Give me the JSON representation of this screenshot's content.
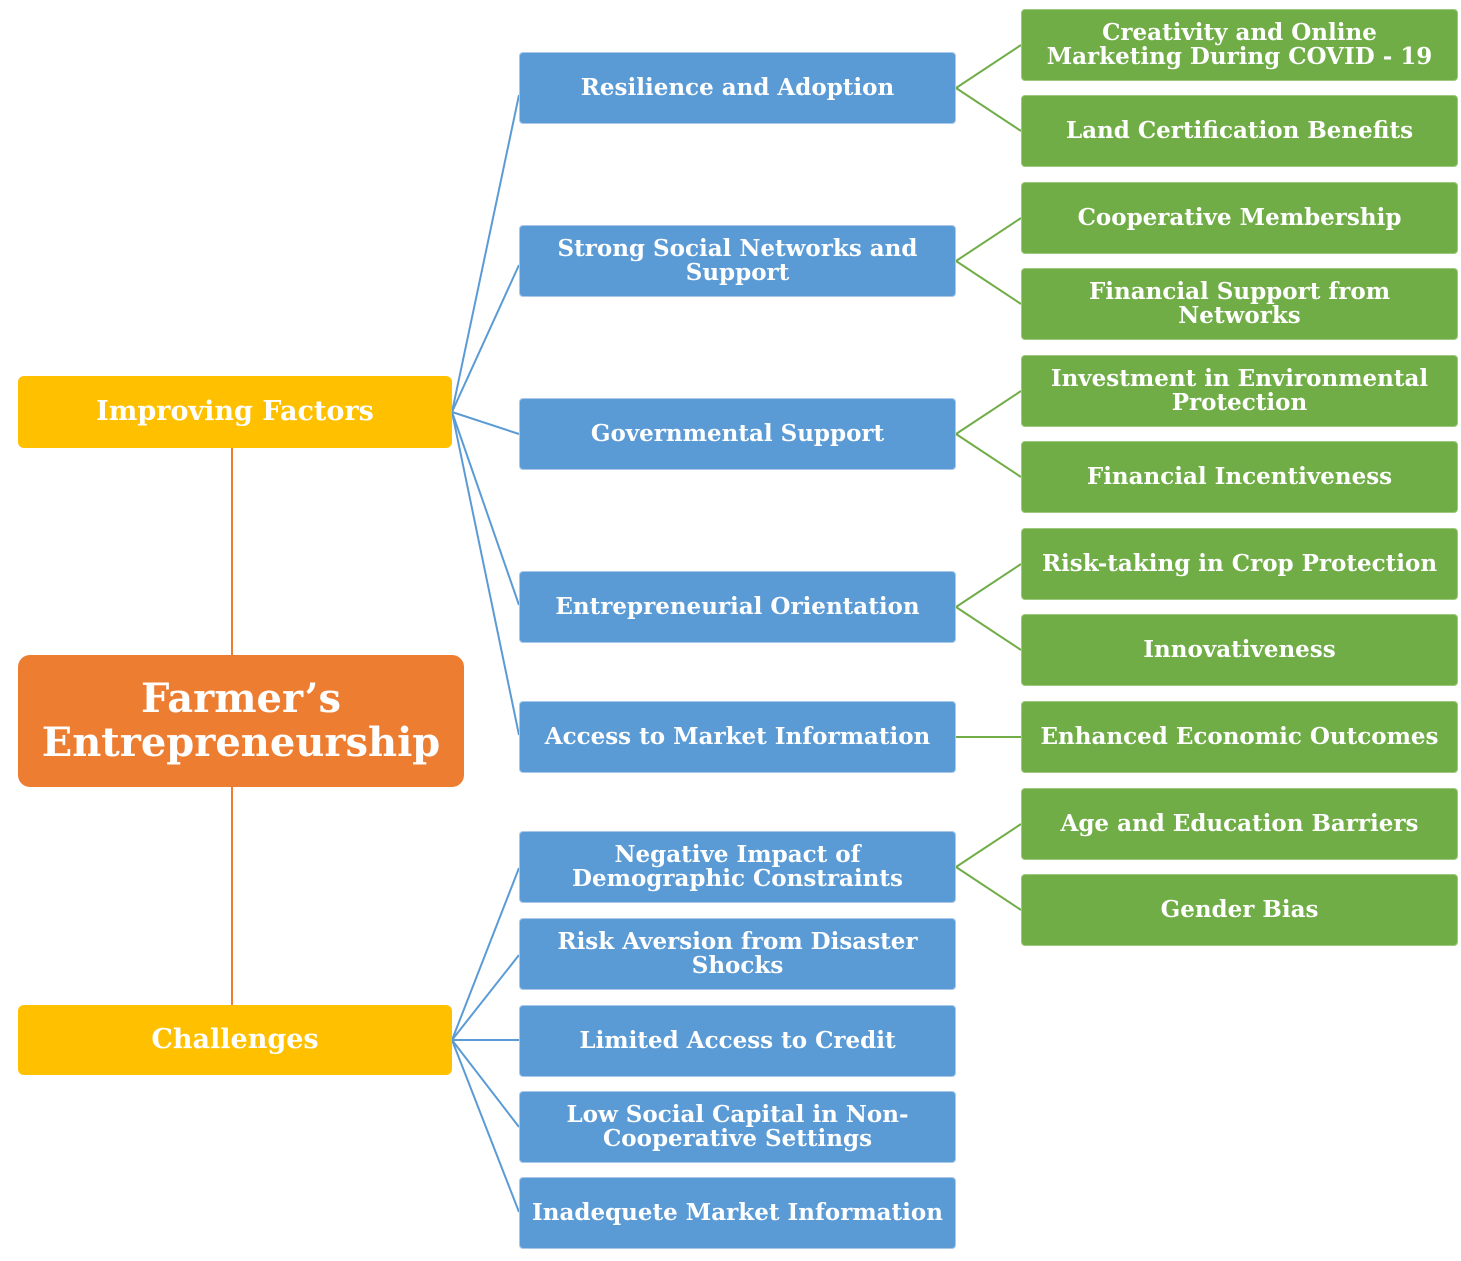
{
  "colors": {
    "root": "#ed7d31",
    "category": "#ffc000",
    "mid": "#5b9bd5",
    "leaf": "#70ad47",
    "root_line": "#ed7d31",
    "mid_line": "#5b9bd5",
    "leaf_line": "#70ad47"
  },
  "root": {
    "line1": "Farmer’s",
    "line2": "Entrepreneurship"
  },
  "improving": {
    "label": "Improving Factors",
    "items": [
      {
        "label": "Resilience and Adoption",
        "children": [
          "Creativity  and Online Marketing During COVID - 19",
          "Land Certification Benefits"
        ]
      },
      {
        "label": "Strong Social Networks and Support",
        "children": [
          "Cooperative Membership",
          "Financial Support from Networks"
        ]
      },
      {
        "label": "Governmental Support",
        "children": [
          "Investment in Environmental Protection",
          "Financial Incentiveness"
        ]
      },
      {
        "label": "Entrepreneurial Orientation",
        "children": [
          "Risk-taking in Crop Protection",
          "Innovativeness"
        ]
      },
      {
        "label": "Access to Market Information",
        "children": [
          "Enhanced Economic Outcomes"
        ]
      }
    ]
  },
  "challenges": {
    "label": "Challenges",
    "items": [
      {
        "label": "Negative Impact  of Demographic Constraints",
        "children": [
          "Age and Education Barriers",
          "Gender Bias"
        ]
      },
      {
        "label": "Risk Aversion from Disaster Shocks",
        "children": []
      },
      {
        "label": "Limited Access to Credit",
        "children": []
      },
      {
        "label": "Low Social Capital in Non-Cooperative Settings",
        "children": []
      },
      {
        "label": "Inadequete Market Information",
        "children": []
      }
    ]
  }
}
